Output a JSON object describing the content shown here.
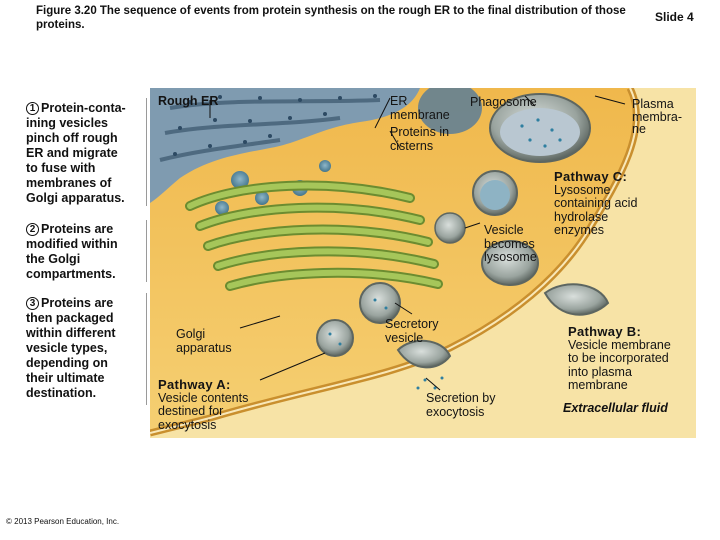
{
  "header": {
    "title": "Figure 3.20 The sequence of events from protein synthesis on the rough ER to the final distribution of those proteins.",
    "slide": "Slide 4"
  },
  "steps": [
    {
      "number": "1",
      "text": "Protein-conta-\nining vesicles\npinch off rough\nER and migrate\nto fuse with\nmembranes of\nGolgi apparatus."
    },
    {
      "number": "2",
      "text": "Proteins are\nmodified within\nthe Golgi\ncompartments."
    },
    {
      "number": "3",
      "text": "Proteins are\nthen packaged\nwithin different\nvesicle types,\ndepending on\ntheir ultimate\ndestination."
    }
  ],
  "labels": {
    "rough_er": "Rough ER",
    "er_membrane": "ER\nmembrane",
    "proteins_in_cisterns": "Proteins in\ncisterns",
    "phagosome": "Phagosome",
    "plasma_membrane": "Plasma\nmembra-\nne",
    "vesicle_becomes_lysosome": "Vesicle\nbecomes\nlysosome",
    "golgi_apparatus": "Golgi\napparatus",
    "secretory_vesicle": "Secretory\nvesicle",
    "secretion_by_exocytosis": "Secretion by\nexocytosis",
    "extracellular_fluid": "Extracellular fluid"
  },
  "pathways": {
    "a": {
      "title": "Pathway A:",
      "text": "Vesicle contents\ndestined for\nexocytosis"
    },
    "b": {
      "title": "Pathway B:",
      "text": "Vesicle membrane\nto be incorporated\ninto plasma\nmembrane"
    },
    "c": {
      "title": "Pathway C:",
      "text": "Lysosome\ncontaining acid\nhydrolase\nenzymes"
    }
  },
  "footer": {
    "copyright": "© 2013 Pearson Education, Inc."
  },
  "colors": {
    "cytoplasm": "#f3c25a",
    "extracellular": "#f6dc8e",
    "rough_er": "#7f9bb0",
    "golgi": "#8fb04a",
    "vesicle": "#9fa8a3"
  }
}
